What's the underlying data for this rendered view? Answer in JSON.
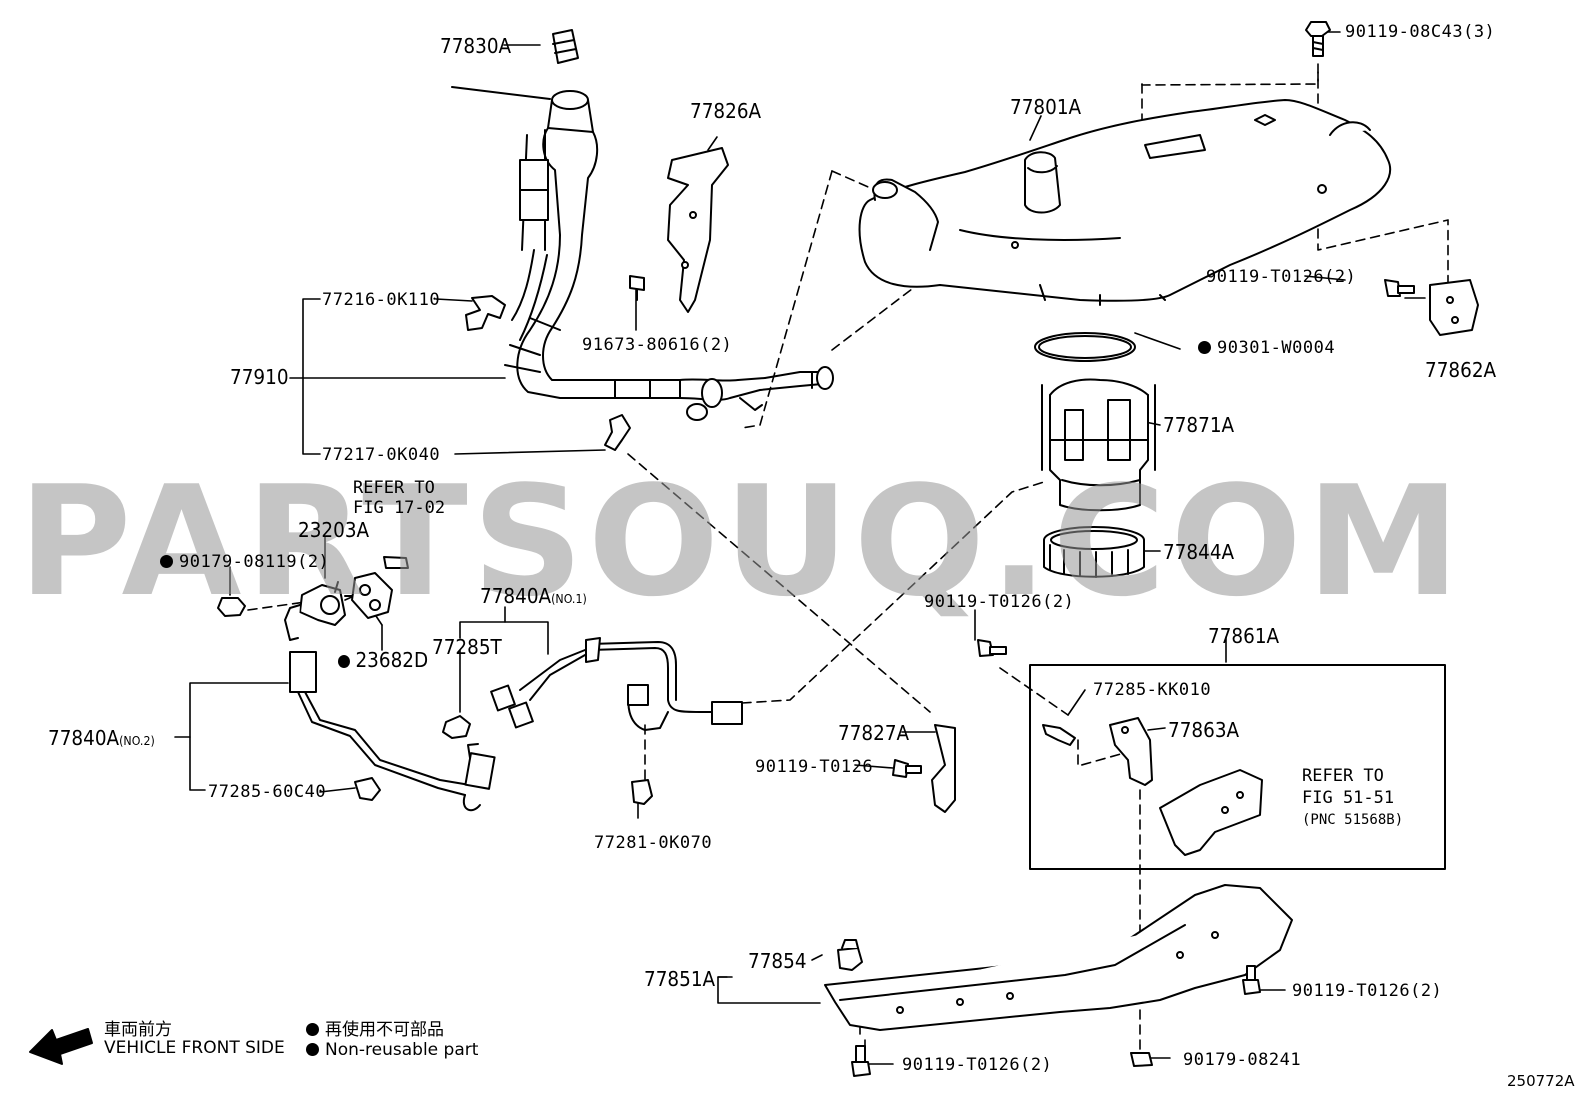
{
  "watermark": "PARTSOUQ.COM",
  "figure_id": "250772A",
  "legend": {
    "arrow_jp": "車両前方",
    "arrow_en": "VEHICLE FRONT SIDE",
    "nonreuse_jp": "再使用不可部品",
    "nonreuse_en": "Non-reusable part"
  },
  "refs": {
    "fig1702_line1": "REFER TO",
    "fig1702_line2": "FIG 17-02",
    "fig5151_line1": "REFER TO",
    "fig5151_line2": "FIG 51-51",
    "fig5151_line3": "(PNC 51568B)"
  },
  "labels": {
    "p77830A": "77830A",
    "p77826A": "77826A",
    "p77801A": "77801A",
    "p90119_08C43": "90119-08C43(3)",
    "p77216": "77216-0K110",
    "p77910": "77910",
    "p77217": "77217-0K040",
    "p91673": "91673-80616(2)",
    "p90119_T0126_2a": "90119-T0126(2)",
    "p77862A": "77862A",
    "p90301": "90301-W0004",
    "p77871A": "77871A",
    "p77844A": "77844A",
    "p23203A": "23203A",
    "p90179_08119": "90179-08119(2)",
    "p23682D": "23682D",
    "p77840A1": "77840A",
    "p77840A1_note": "(NO.1)",
    "p77285T": "77285T",
    "p77840A2": "77840A",
    "p77840A2_note": "(NO.2)",
    "p77285_60C40": "77285-60C40",
    "p77281": "77281-0K070",
    "p77827A": "77827A",
    "p90119_T0126": "90119-T0126",
    "p90119_T0126_2b": "90119-T0126(2)",
    "p77861A": "77861A",
    "p77285_KK010": "77285-KK010",
    "p77863A": "77863A",
    "p77854": "77854",
    "p77851A": "77851A",
    "p90119_T0126_2c": "90119-T0126(2)",
    "p90119_T0126_2d": "90119-T0126(2)",
    "p90179_08241": "90179-08241"
  }
}
